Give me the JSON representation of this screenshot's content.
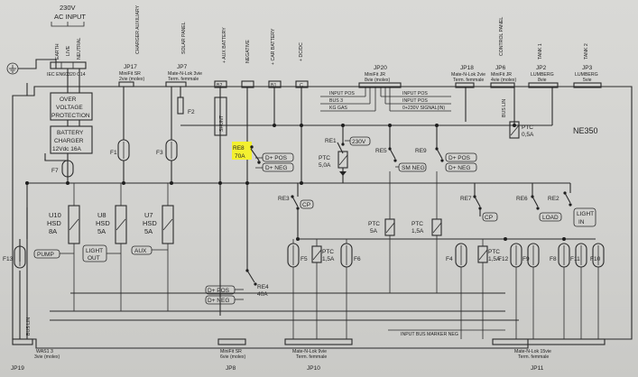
{
  "diagram": {
    "model": "NE350",
    "ac_input": {
      "title_line1": "230V",
      "title_line2": "AC INPUT",
      "wires": [
        "EARTH",
        "LIVE",
        "NEUTRAL"
      ],
      "connector": "IEC EN60320 C14"
    },
    "over_voltage": [
      "OVER",
      "VOLTAGE",
      "PROTECTION"
    ],
    "battery_charger": [
      "BATTERY",
      "CHARGER",
      "12Vdc 16A"
    ],
    "connectors": {
      "jp17": {
        "id": "JP17",
        "type": "MiniFit SR",
        "sub": "2vie (molex)",
        "label": "CHARGER AUXILIARY"
      },
      "jp7": {
        "id": "JP7",
        "type": "Mate-N-Lok 3vie",
        "sub": "Term. femmale",
        "label": "SOLAR PANEL"
      },
      "b2": {
        "id": "B2",
        "label": "+ AUX BATTERY"
      },
      "neg": {
        "label": "NEGATIVE"
      },
      "b1": {
        "id": "B1",
        "label": "+ CAR BATTERY"
      },
      "dc": {
        "id": "C",
        "label": "+ DC/DC"
      },
      "jp20": {
        "id": "JP20",
        "type": "MiniFit JR",
        "sub": "8vie (molex)"
      },
      "jp18": {
        "id": "JP18",
        "type": "Mate-N-Lok 2vie",
        "sub": "Term. femmale"
      },
      "jp6": {
        "id": "JP6",
        "type": "MiniFit JR",
        "sub": "4vie (molex)",
        "label": "CONTROL PANEL"
      },
      "jp2": {
        "id": "JP2",
        "type": "LUMBERG",
        "sub": "8vie",
        "label": "TANK 1"
      },
      "jp3": {
        "id": "JP3",
        "type": "LUMBERG",
        "sub": "5vie",
        "label": "TANK 2"
      },
      "jp19": {
        "id": "JP19",
        "type": "WAS1 3",
        "sub": "3vie (molex)"
      },
      "jp8": {
        "id": "JP8",
        "type": "MiniFit SR",
        "sub": "6vie (molex)"
      },
      "jp10": {
        "id": "JP10",
        "type": "Mate-N-Lok 9vie",
        "sub": "Term. femmale"
      },
      "jp11": {
        "id": "JP11",
        "type": "Mate-N-Lok 15vie",
        "sub": "Term. femmale"
      }
    },
    "inputs": [
      "INPUT POS",
      "BUS 3",
      "KG GAS"
    ],
    "inputs2": [
      "INPUT POS",
      "INPUT POS",
      "0+230V SIGNAL(IN)"
    ],
    "bus_label": "BUS LIN",
    "bus_label2": "BUS LIN",
    "input_bus_note": "INPUT BUS MARKER NEG",
    "shunt": "SHUNT",
    "fuses": [
      "F1",
      "F2",
      "F3",
      "F4",
      "F5",
      "F6",
      "F7",
      "F8",
      "F9",
      "F10",
      "F11",
      "F12",
      "F13"
    ],
    "relays": {
      "re8": {
        "id": "RE8",
        "rating": "70A",
        "pos": "D+ POS",
        "neg": "D+ NEG"
      },
      "re1": {
        "id": "RE1",
        "signal": "230V"
      },
      "re5": {
        "id": "RE5",
        "out": "SM NEG"
      },
      "re9": {
        "id": "RE9",
        "pos": "D+ POS",
        "neg": "D+ NEG"
      },
      "re3": {
        "id": "RE3",
        "out": "CP"
      },
      "re4": {
        "id": "RE4",
        "rating": "40A",
        "pos": "D+ POS",
        "neg": "D+ NEG"
      },
      "re7": {
        "id": "RE7",
        "out": "CP"
      },
      "re6": {
        "id": "RE6",
        "out": "LOAD"
      },
      "re2": {
        "id": "RE2",
        "out1": "LIGHT",
        "out2": "IN"
      }
    },
    "ptcs": {
      "p1": {
        "id": "PTC",
        "rating": "5,0A"
      },
      "p2": {
        "id": "PTC",
        "rating": "5A"
      },
      "p3": {
        "id": "PTC",
        "rating": "1,5A"
      },
      "p4": {
        "id": "PTC",
        "rating": "1,5A"
      },
      "p5": {
        "id": "PTC",
        "rating": "1,5A"
      },
      "p6": {
        "id": "PTC",
        "rating": "0,5A"
      }
    },
    "hsd": {
      "u10": {
        "id": "U10",
        "type": "HSD",
        "rating": "8A",
        "load": "PUMP"
      },
      "u8": {
        "id": "U8",
        "type": "HSD",
        "rating": "5A",
        "load1": "LIGHT",
        "load2": "OUT"
      },
      "u7": {
        "id": "U7",
        "type": "HSD",
        "rating": "5A",
        "load": "AUX"
      }
    },
    "highlight_color": "#f3f030"
  }
}
